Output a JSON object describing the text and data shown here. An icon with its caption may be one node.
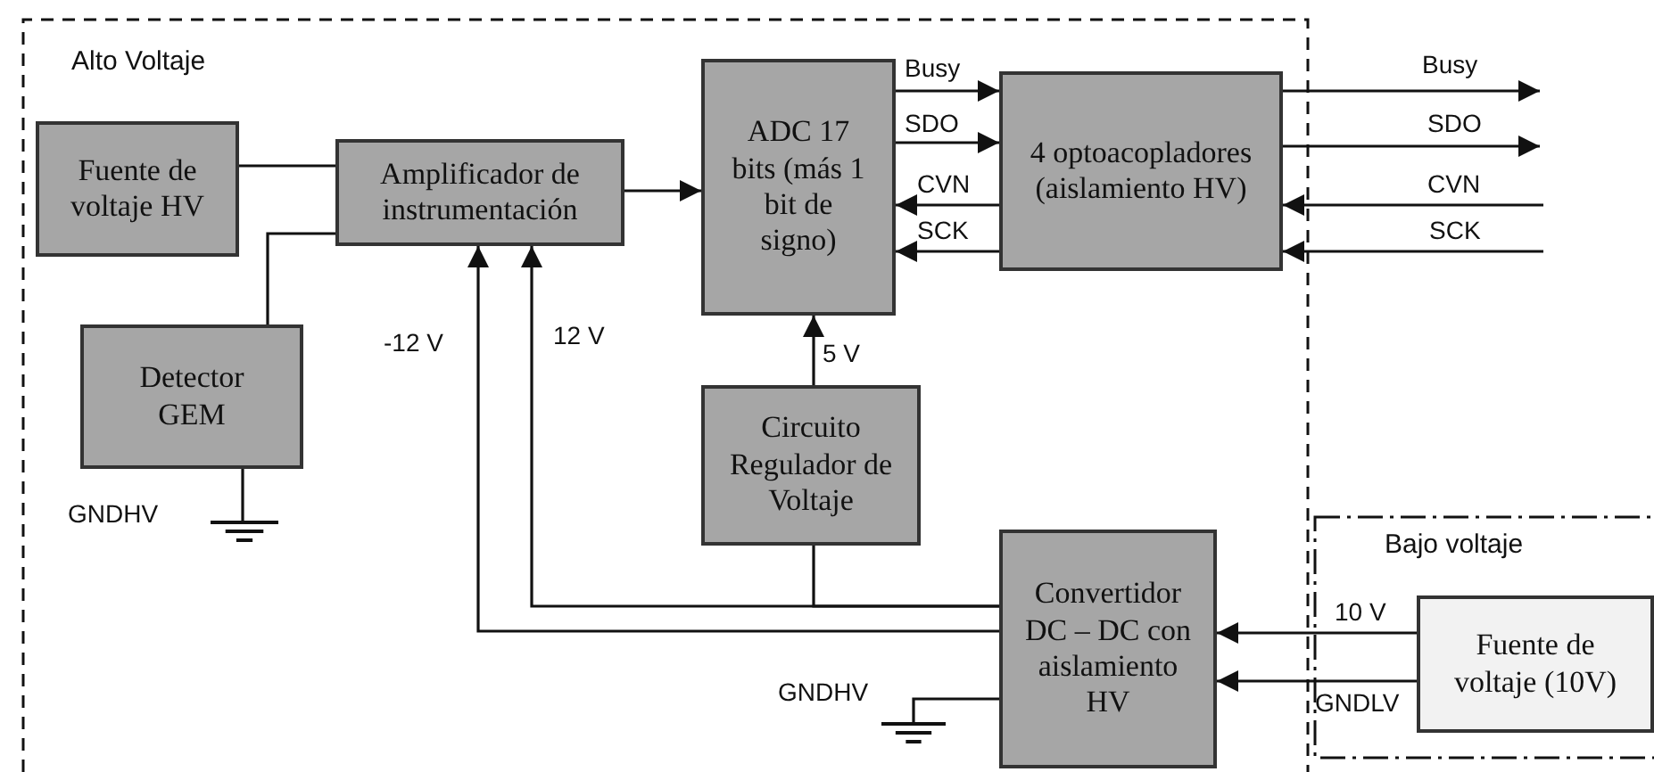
{
  "diagram": {
    "nodes": [
      {
        "text": [
          "Alto Voltaje"
        ]
      },
      {
        "text": [
          "Fuente de voltaje HV"
        ],
        "in": 0
      },
      {
        "text": [
          "Amplificador de instrumentación"
        ],
        "in": 0
      },
      {
        "text": [
          "ADC 17 bits (más 1 bit de signo)"
        ],
        "in": 0
      },
      {
        "text": [
          "4 optoacopladores (aislamiento HV)"
        ],
        "in": 0
      },
      {
        "text": [
          "Detector GEM"
        ],
        "in": 0
      },
      {
        "text": [
          "Circuito Regulador de Voltaje"
        ],
        "in": 0
      },
      {
        "text": [
          "Convertidor DC – DC con aislamiento HV"
        ],
        "in": 0
      },
      {
        "text": [
          "Bajo voltaje"
        ]
      },
      {
        "text": [
          "Fuente de voltaje (10V)"
        ],
        "in": 8
      },
      {
        "text": [],
        "shape": "ground",
        "beside": [
          "GNDHV"
        ],
        "in": 0
      },
      {
        "text": [],
        "shape": "ground",
        "beside": [
          "GNDHV"
        ],
        "in": 0
      }
    ],
    "edges": [
      {
        "from": 1,
        "to": 2,
        "arrow": "none"
      },
      {
        "from": 5,
        "to": 2,
        "arrow": "none"
      },
      {
        "from": 2,
        "to": 3,
        "arrow": "to"
      },
      {
        "from": 3,
        "to": 4,
        "arrow": "to",
        "label": "Busy"
      },
      {
        "from": 3,
        "to": 4,
        "arrow": "to",
        "label": "SDO"
      },
      {
        "from": 4,
        "to": 3,
        "arrow": "to",
        "label": "CVN"
      },
      {
        "from": 4,
        "to": 3,
        "arrow": "to",
        "label": "SCK"
      },
      {
        "from": 4,
        "to": null,
        "arrow": "to",
        "label": "Busy"
      },
      {
        "from": 4,
        "to": null,
        "arrow": "to",
        "label": "SDO"
      },
      {
        "from": null,
        "to": 4,
        "arrow": "to",
        "label": "CVN"
      },
      {
        "from": null,
        "to": 4,
        "arrow": "to",
        "label": "SCK"
      },
      {
        "from": 6,
        "to": 3,
        "arrow": "to",
        "label": "5 V"
      },
      {
        "from": 7,
        "to": 2,
        "arrow": "to",
        "label": "-12 V"
      },
      {
        "from": 7,
        "to": 2,
        "arrow": "to",
        "label": "12 V"
      },
      {
        "from": 7,
        "to": 6,
        "arrow": "none"
      },
      {
        "from": 9,
        "to": 7,
        "arrow": "to",
        "label": "10 V"
      },
      {
        "from": 9,
        "to": 7,
        "arrow": "to",
        "label": "GNDLV"
      },
      {
        "from": 5,
        "to": 10,
        "arrow": "none"
      },
      {
        "from": 7,
        "to": 11,
        "arrow": "none"
      }
    ]
  }
}
